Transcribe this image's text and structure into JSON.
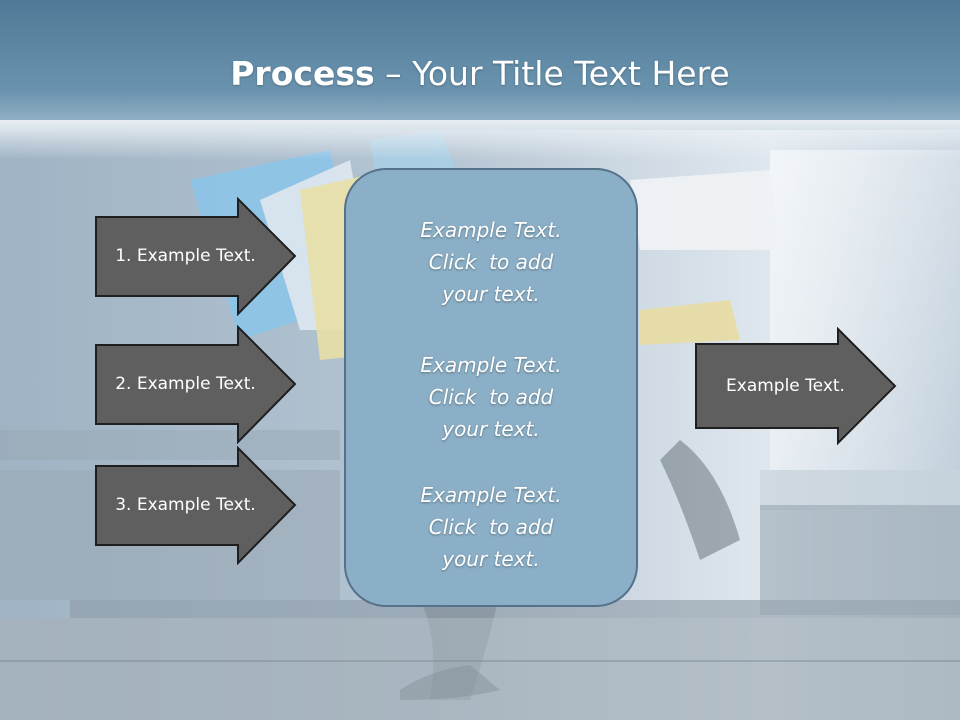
{
  "title": {
    "bold": "Process",
    "dash": " – ",
    "rest": "Your Title Text Here"
  },
  "colors": {
    "header_band": "#6a93ae",
    "arrow_fill": "#5f5f5f",
    "arrow_border": "#1f1f1f",
    "center_fill": "#8bafc6",
    "center_border": "#54728a",
    "text": "#ffffff"
  },
  "left_arrows": [
    {
      "label": "1. Example Text."
    },
    {
      "label": "2. Example Text."
    },
    {
      "label": "3. Example Text."
    }
  ],
  "right_arrow": {
    "label": "Example Text."
  },
  "center_box": {
    "blocks": [
      {
        "line1": "Example Text.",
        "line2": "Click  to add",
        "line3": "your text."
      },
      {
        "line1": "Example Text.",
        "line2": "Click  to add",
        "line3": "your text."
      },
      {
        "line1": "Example Text.",
        "line2": "Click  to add",
        "line3": "your text."
      }
    ]
  }
}
